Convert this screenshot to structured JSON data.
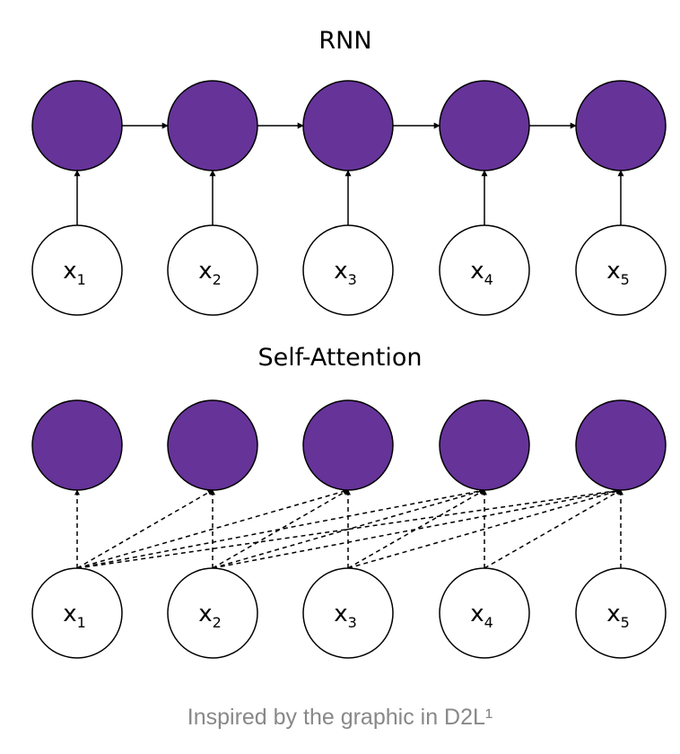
{
  "diagram": {
    "colors": {
      "hidden_fill": "#663399",
      "input_fill": "#ffffff",
      "stroke": "#000000",
      "caption": "#888888"
    },
    "rnn": {
      "title": "RNN",
      "inputs": [
        {
          "base": "x",
          "sub": "1"
        },
        {
          "base": "x",
          "sub": "2"
        },
        {
          "base": "x",
          "sub": "3"
        },
        {
          "base": "x",
          "sub": "4"
        },
        {
          "base": "x",
          "sub": "5"
        }
      ]
    },
    "attention": {
      "title": "Self-Attention",
      "inputs": [
        {
          "base": "x",
          "sub": "1"
        },
        {
          "base": "x",
          "sub": "2"
        },
        {
          "base": "x",
          "sub": "3"
        },
        {
          "base": "x",
          "sub": "4"
        },
        {
          "base": "x",
          "sub": "5"
        }
      ]
    },
    "caption": "Inspired by the graphic in D2L¹"
  }
}
